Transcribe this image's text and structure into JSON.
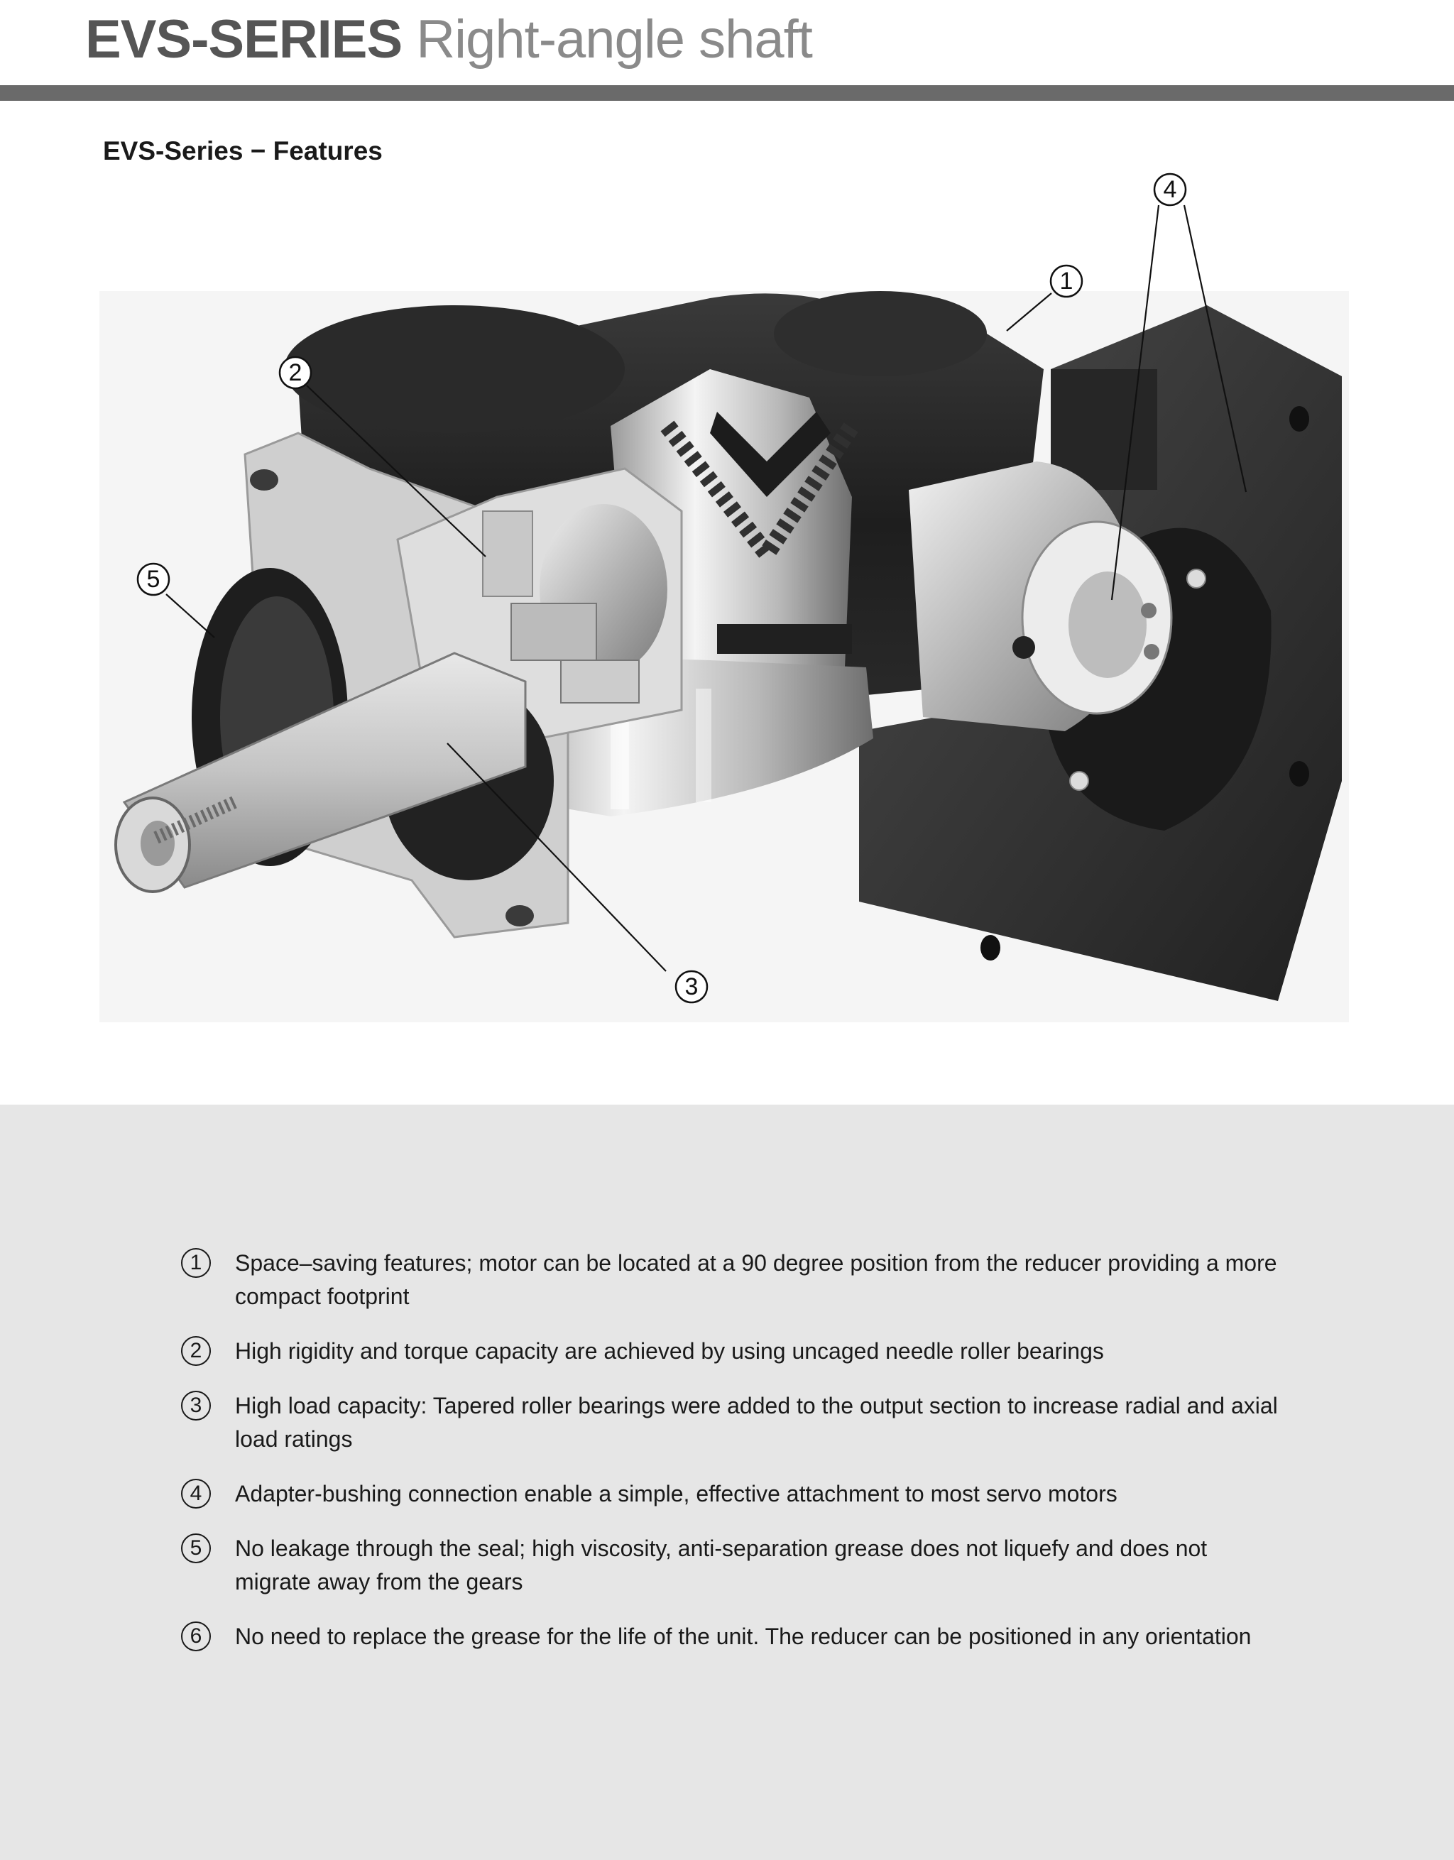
{
  "header": {
    "title_bold": "EVS-SERIES",
    "title_light": "Right-angle shaft"
  },
  "section": {
    "heading": "EVS-Series − Features"
  },
  "figure": {
    "callouts": [
      "1",
      "2",
      "3",
      "4",
      "5"
    ]
  },
  "features": [
    {
      "number": "1",
      "text": "Space–saving features; motor can be located at a 90 degree position from the reducer providing a more compact footprint"
    },
    {
      "number": "2",
      "text": "High rigidity and torque capacity are achieved by using uncaged needle roller bearings"
    },
    {
      "number": "3",
      "text": "High load capacity: Tapered roller bearings were added to the output section to increase radial and axial load ratings"
    },
    {
      "number": "4",
      "text": "Adapter-bushing connection enable a simple, effective attachment to most servo motors"
    },
    {
      "number": "5",
      "text": "No leakage through the seal; high viscosity, anti-separation grease does not liquefy and does not migrate away from the gears"
    },
    {
      "number": "6",
      "text": "No need to replace the grease for the life of the unit. The reducer can be positioned in any orientation"
    }
  ],
  "colors": {
    "header_bar": "#6a6a6a",
    "legend_background": "#e6e6e6",
    "title_bold": "#555555",
    "title_light": "#8a8a8a"
  }
}
